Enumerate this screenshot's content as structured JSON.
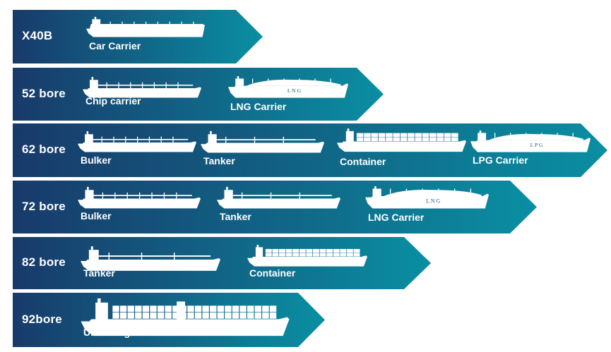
{
  "colors": {
    "dark": "#183a6a",
    "light": "#0a8fa2",
    "text": "#ffffff"
  },
  "rows": [
    {
      "bore": "X40B",
      "ships": [
        {
          "label": "Car Carrier",
          "icon": "car-carrier-icon"
        }
      ]
    },
    {
      "bore": "52 bore",
      "ships": [
        {
          "label": "Chip carrier",
          "icon": "chip-carrier-icon"
        },
        {
          "label": "LNG Carrier",
          "icon": "lng-carrier-icon",
          "hull_text": "L N G"
        }
      ]
    },
    {
      "bore": "62 bore",
      "ships": [
        {
          "label": "Bulker",
          "icon": "bulker-icon"
        },
        {
          "label": "Tanker",
          "icon": "tanker-icon"
        },
        {
          "label": "Container",
          "icon": "container-ship-icon"
        },
        {
          "label": "LPG Carrier",
          "icon": "lpg-carrier-icon",
          "hull_text": "L P G"
        }
      ]
    },
    {
      "bore": "72 bore",
      "ships": [
        {
          "label": "Bulker",
          "icon": "bulker-icon"
        },
        {
          "label": "Tanker",
          "icon": "tanker-icon"
        },
        {
          "label": "LNG Carrier",
          "icon": "lng-carrier-icon",
          "hull_text": "L N G"
        }
      ]
    },
    {
      "bore": "82 bore",
      "ships": [
        {
          "label": "Tanker",
          "icon": "tanker-icon"
        },
        {
          "label": "Container",
          "icon": "container-ship-icon"
        }
      ]
    },
    {
      "bore": "92bore",
      "ships": [
        {
          "label": "Ultra Large Container",
          "icon": "ultra-large-container-icon"
        }
      ]
    }
  ]
}
